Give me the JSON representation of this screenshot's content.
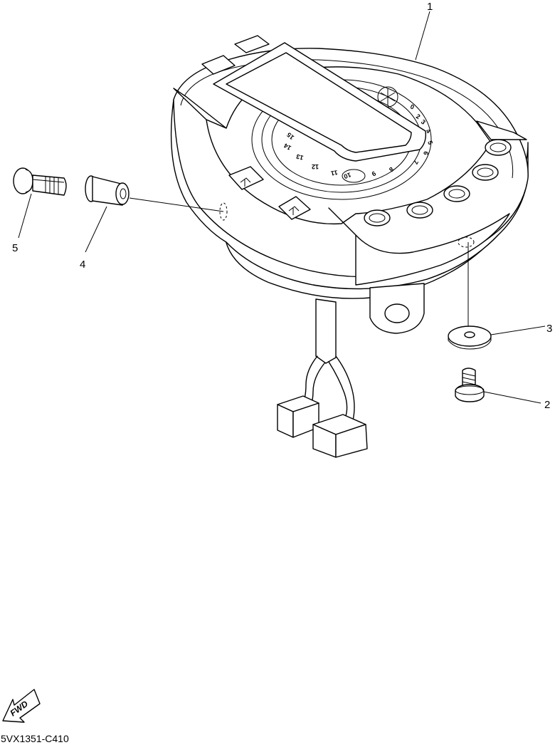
{
  "callouts": {
    "c1": "1",
    "c2": "2",
    "c3": "3",
    "c4": "4",
    "c5": "5"
  },
  "dial_numbers": [
    "0",
    "2",
    "3",
    "4",
    "5",
    "6",
    "7",
    "8",
    "9",
    "10",
    "11",
    "12",
    "13",
    "14",
    "15"
  ],
  "fwd_label": "FWD",
  "diagram_code": "5VX1351-C410"
}
